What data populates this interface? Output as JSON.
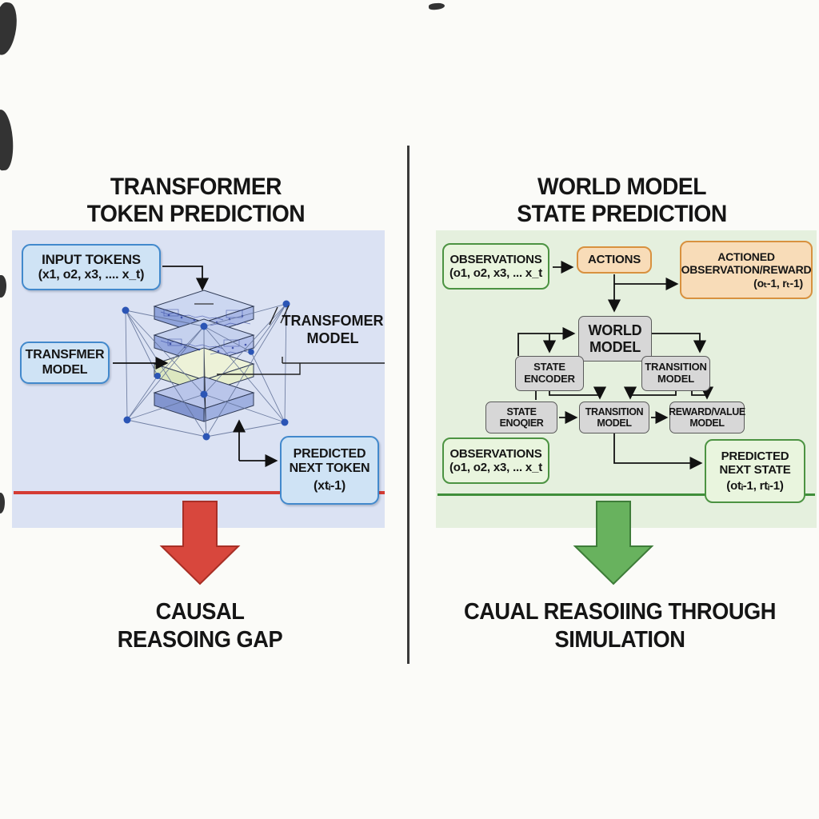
{
  "left": {
    "title": [
      "TRANSFORMER",
      "TOKEN PREDICTION"
    ],
    "input_tokens": {
      "line1": "INPUT TOKENS",
      "line2": "(x1, o2, x3, .... x_t)"
    },
    "transformer_model_box": {
      "line1": "TRANSFMER",
      "line2": "MODEL"
    },
    "stack_label": {
      "line1": "TRANSFOMER",
      "line2": "MODEL"
    },
    "predicted_next_token": {
      "line1": "PREDICTED",
      "line2": "NEXT TOKEN",
      "line3": "(xtᵢ-1)"
    },
    "caption": [
      "CAUSAL",
      "REASOING GAP"
    ]
  },
  "right": {
    "title": [
      "WORLD MODEL",
      "STATE PREDICTION"
    ],
    "observations_top": {
      "line1": "OBSERVATIONS",
      "line2": "(o1, o2, x3, ... x_t"
    },
    "actions": "ACTIONS",
    "actioned_observation_reward": {
      "line1": "ACTIONED",
      "line2": "OBSERVATION/REWARD",
      "line3": "(oₜ-1, rₜ-1)"
    },
    "world_model": {
      "line1": "WORLD",
      "line2": "MODEL"
    },
    "state_encoder": {
      "line1": "STATE",
      "line2": "ENCODER"
    },
    "transition_model_upper": {
      "line1": "TRANSITION",
      "line2": "MODEL"
    },
    "state_encoder_lower": {
      "line1": "STATE",
      "line2": "ENOQIER"
    },
    "transition_model_lower": {
      "line1": "TRANSITION",
      "line2": "MODEL"
    },
    "reward_value_model": {
      "line1": "REWARD/VALUE",
      "line2": "MODEL"
    },
    "observations_bottom": {
      "line1": "OBSERVATIONS",
      "line2": "(o1, o2, x3, ... x_t"
    },
    "predicted_next_state": {
      "line1": "PREDICTED",
      "line2": "NEXT STATE",
      "line3": "(otᵢ-1, rtᵢ-1)"
    },
    "caption": [
      "CAUAL REASOIING THROUGH",
      "SIMULATION"
    ]
  },
  "colors": {
    "left_panel_bg": "#dbe2f3",
    "right_panel_bg": "#e5f0de",
    "blue_box_border": "#4289cc",
    "green_box_border": "#4c9342",
    "orange_box_border": "#d8913f",
    "gray_box_fill": "#d7d7d7",
    "red_accent": "#d43b33",
    "green_accent": "#3f8e3a",
    "red_arrow_fill": "#d8473d",
    "green_arrow_fill": "#68b25e",
    "divider": "#3a3a3a",
    "node_dot": "#2b55b5"
  }
}
